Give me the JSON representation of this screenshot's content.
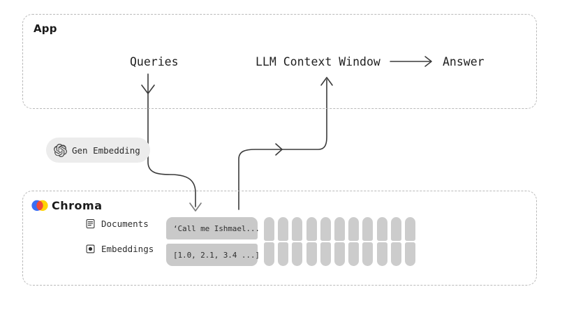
{
  "app": {
    "title": "App",
    "queries_label": "Queries",
    "llm_label": "LLM Context Window",
    "answer_label": "Answer",
    "arrow_glyph": "⟶"
  },
  "embedding": {
    "label": "Gen Embedding",
    "icon": "openai-logo-icon",
    "pill_color": "#ececec"
  },
  "chroma": {
    "title": "Chroma",
    "logo": "chroma-logo-icon",
    "logo_colors": [
      "#3b6ff5",
      "#f04a3a",
      "#ffd400"
    ],
    "rows": [
      {
        "icon": "document-icon",
        "label": "Documents",
        "value": "‘Call me Ishmael..."
      },
      {
        "icon": "dot-square-icon",
        "label": "Embeddings",
        "value": "[1.0, 2.1, 3.4 ...]"
      }
    ],
    "bar_columns": 11,
    "bar_color": "#cccccc",
    "value_pill_color": "#c9c9c9"
  },
  "style": {
    "box_border_color": "#b9b9b9",
    "arrow_color": "#3a3a3a",
    "text_color": "#1f1f1f",
    "background": "#ffffff"
  }
}
